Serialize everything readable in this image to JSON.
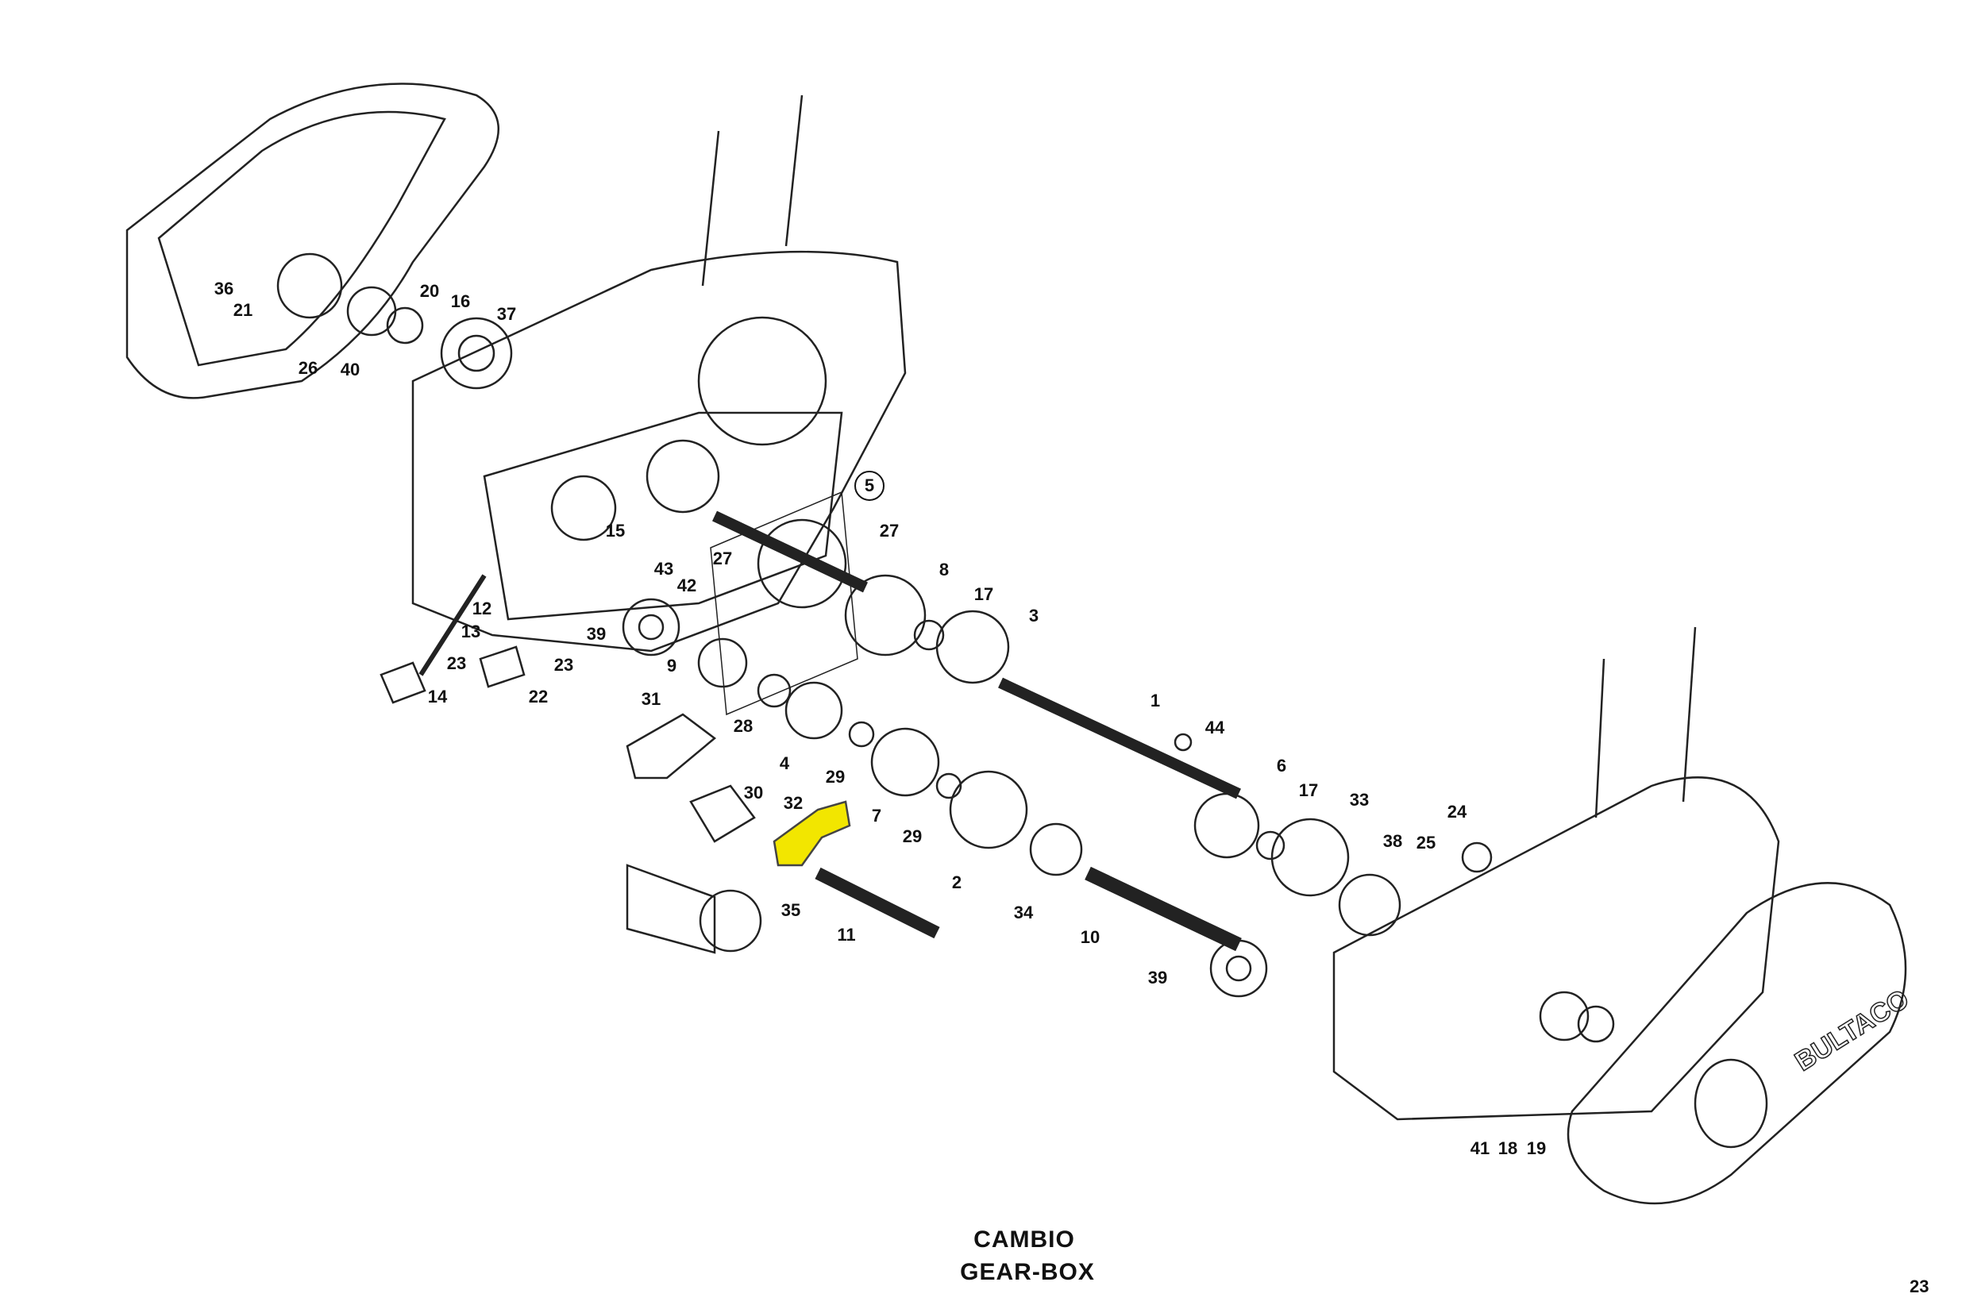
{
  "title_it": "CAMBIO",
  "title_en": "GEAR-BOX",
  "page_number": "23",
  "brand_on_cover": "BULTACO",
  "highlight_color": "#f2e600",
  "labels": {
    "l36": "36",
    "l21": "21",
    "l26": "26",
    "l40": "40",
    "l20": "20",
    "l16": "16",
    "l37": "37",
    "l5": "5",
    "l27a": "27",
    "l15": "15",
    "l43": "43",
    "l27b": "27",
    "l42": "42",
    "l8": "8",
    "l17a": "17",
    "l3": "3",
    "l12": "12",
    "l13": "13",
    "l39a": "39",
    "l23a": "23",
    "l23b": "23",
    "l14": "14",
    "l22": "22",
    "l9": "9",
    "l31": "31",
    "l28": "28",
    "l4": "4",
    "l29a": "29",
    "l1": "1",
    "l44": "44",
    "l30": "30",
    "l32": "32",
    "l7": "7",
    "l29b": "29",
    "l6": "6",
    "l17b": "17",
    "l33": "33",
    "l24": "24",
    "l38": "38",
    "l25": "25",
    "l2": "2",
    "l34": "34",
    "l10": "10",
    "l11": "11",
    "l35": "35",
    "l39b": "39",
    "l41": "41",
    "l18": "18",
    "l19": "19"
  }
}
